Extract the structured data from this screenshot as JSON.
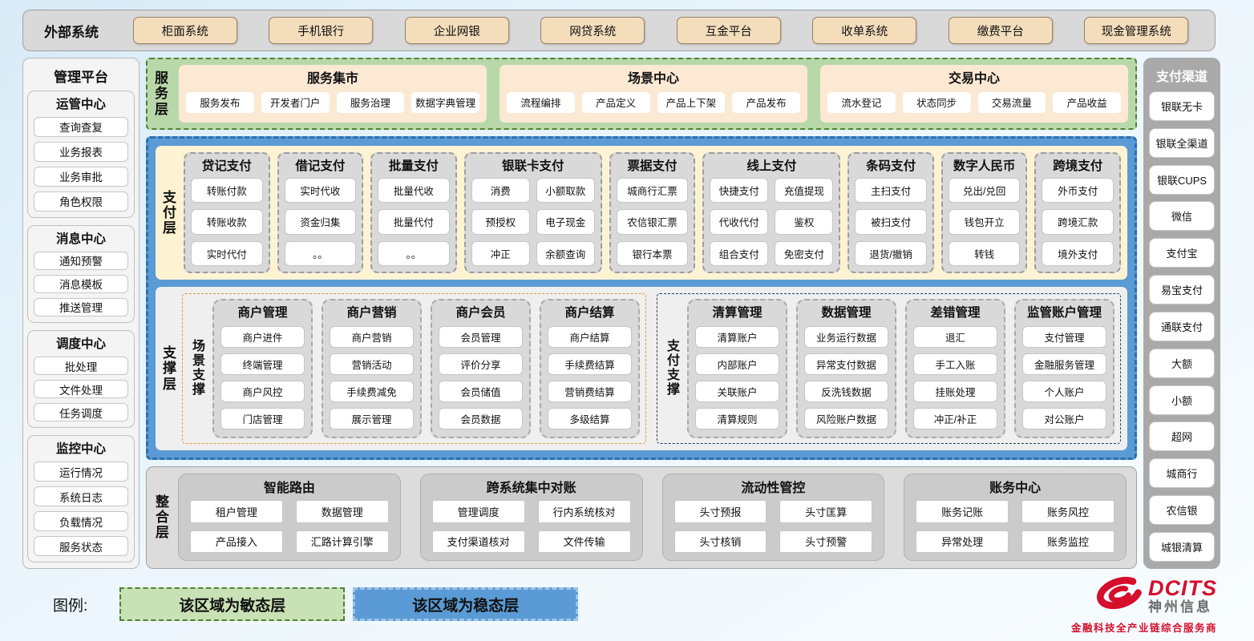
{
  "external": {
    "label": "外部系统",
    "systems": [
      "柜面系统",
      "手机银行",
      "企业网银",
      "网贷系统",
      "互金平台",
      "收单系统",
      "缴费平台",
      "现金管理系统"
    ]
  },
  "management": {
    "title": "管理平台",
    "sections": [
      {
        "title": "运管中心",
        "items": [
          "查询查复",
          "业务报表",
          "业务审批",
          "角色权限"
        ]
      },
      {
        "title": "消息中心",
        "items": [
          "通知预警",
          "消息模板",
          "推送管理"
        ]
      },
      {
        "title": "调度中心",
        "items": [
          "批处理",
          "文件处理",
          "任务调度"
        ]
      },
      {
        "title": "监控中心",
        "items": [
          "运行情况",
          "系统日志",
          "负载情况",
          "服务状态"
        ]
      }
    ]
  },
  "service_layer": {
    "label": "服务层",
    "groups": [
      {
        "title": "服务集市",
        "items": [
          "服务发布",
          "开发者门户",
          "服务治理",
          "数据字典管理"
        ]
      },
      {
        "title": "场景中心",
        "items": [
          "流程编排",
          "产品定义",
          "产品上下架",
          "产品发布"
        ]
      },
      {
        "title": "交易中心",
        "items": [
          "流水登记",
          "状态同步",
          "交易流量",
          "产品收益"
        ]
      }
    ]
  },
  "payment_layer": {
    "label": "支付层",
    "groups": [
      {
        "title": "贷记支付",
        "cols": 1,
        "items": [
          "转账付款",
          "转账收款",
          "实时代付"
        ]
      },
      {
        "title": "借记支付",
        "cols": 1,
        "items": [
          "实时代收",
          "资金归集",
          "。。"
        ]
      },
      {
        "title": "批量支付",
        "cols": 1,
        "items": [
          "批量代收",
          "批量代付",
          "。。"
        ]
      },
      {
        "title": "银联卡支付",
        "cols": 2,
        "items": [
          "消费",
          "小额取款",
          "预授权",
          "电子现金",
          "冲正",
          "余额查询"
        ]
      },
      {
        "title": "票据支付",
        "cols": 1,
        "items": [
          "城商行汇票",
          "农信银汇票",
          "银行本票"
        ]
      },
      {
        "title": "线上支付",
        "cols": 2,
        "items": [
          "快捷支付",
          "充值提现",
          "代收代付",
          "鉴权",
          "组合支付",
          "免密支付"
        ]
      },
      {
        "title": "条码支付",
        "cols": 1,
        "items": [
          "主扫支付",
          "被扫支付",
          "退货/撤销"
        ]
      },
      {
        "title": "数字人民币",
        "cols": 1,
        "items": [
          "兑出/兑回",
          "钱包开立",
          "转钱"
        ]
      },
      {
        "title": "跨境支付",
        "cols": 1,
        "items": [
          "外币支付",
          "跨境汇款",
          "境外支付"
        ]
      }
    ]
  },
  "support_layer": {
    "label": "支撑层",
    "sections": [
      {
        "label": "场景支撑",
        "accent": "orange",
        "groups": [
          {
            "title": "商户管理",
            "items": [
              "商户进件",
              "终端管理",
              "商户风控",
              "门店管理"
            ]
          },
          {
            "title": "商户营销",
            "items": [
              "商户营销",
              "营销活动",
              "手续费减免",
              "展示管理"
            ]
          },
          {
            "title": "商户会员",
            "items": [
              "会员管理",
              "评价分享",
              "会员储值",
              "会员数据"
            ]
          },
          {
            "title": "商户结算",
            "items": [
              "商户结算",
              "手续费结算",
              "营销费结算",
              "多级结算"
            ]
          }
        ]
      },
      {
        "label": "支付支撑",
        "accent": "navy",
        "groups": [
          {
            "title": "清算管理",
            "items": [
              "清算账户",
              "内部账户",
              "关联账户",
              "清算规则"
            ]
          },
          {
            "title": "数据管理",
            "items": [
              "业务运行数据",
              "异常支付数据",
              "反洗钱数据",
              "风险账户数据"
            ]
          },
          {
            "title": "差错管理",
            "items": [
              "退汇",
              "手工入账",
              "挂账处理",
              "冲正/补正"
            ]
          },
          {
            "title": "监管账户管理",
            "items": [
              "支付管理",
              "金融服务管理",
              "个人账户",
              "对公账户"
            ]
          }
        ]
      }
    ]
  },
  "integration_layer": {
    "label": "整合层",
    "groups": [
      {
        "title": "智能路由",
        "items": [
          "租户管理",
          "数据管理",
          "产品接入",
          "汇路计算引擎"
        ]
      },
      {
        "title": "跨系统集中对账",
        "items": [
          "管理调度",
          "行内系统核对",
          "支付渠道核对",
          "文件传输"
        ]
      },
      {
        "title": "流动性管控",
        "items": [
          "头寸预报",
          "头寸匡算",
          "头寸核销",
          "头寸预警"
        ]
      },
      {
        "title": "账务中心",
        "items": [
          "账务记账",
          "账务风控",
          "异常处理",
          "账务监控"
        ]
      }
    ]
  },
  "channels": {
    "title": "支付渠道",
    "items": [
      "银联无卡",
      "银联全渠道",
      "银联CUPS",
      "微信",
      "支付宝",
      "易宝支付",
      "通联支付",
      "大额",
      "小额",
      "超网",
      "城商行",
      "农信银",
      "城银清算"
    ]
  },
  "legend": {
    "label": "图例:",
    "items": [
      {
        "text": "该区域为敏态层",
        "type": "agile"
      },
      {
        "text": "该区域为稳态层",
        "type": "stable"
      }
    ]
  },
  "logo": {
    "name": "DCITS",
    "cn": "神州信息",
    "tagline": "金融科技全产业链综合服务商"
  },
  "colors": {
    "agile_green": "#b9d8a9",
    "stable_blue": "#5b9bd5",
    "payment_yellow": "#fdf3d3",
    "panel_gray": "#d9d9d9",
    "external_tan": "#f3ddbb",
    "logo_red": "#d50f2c"
  }
}
